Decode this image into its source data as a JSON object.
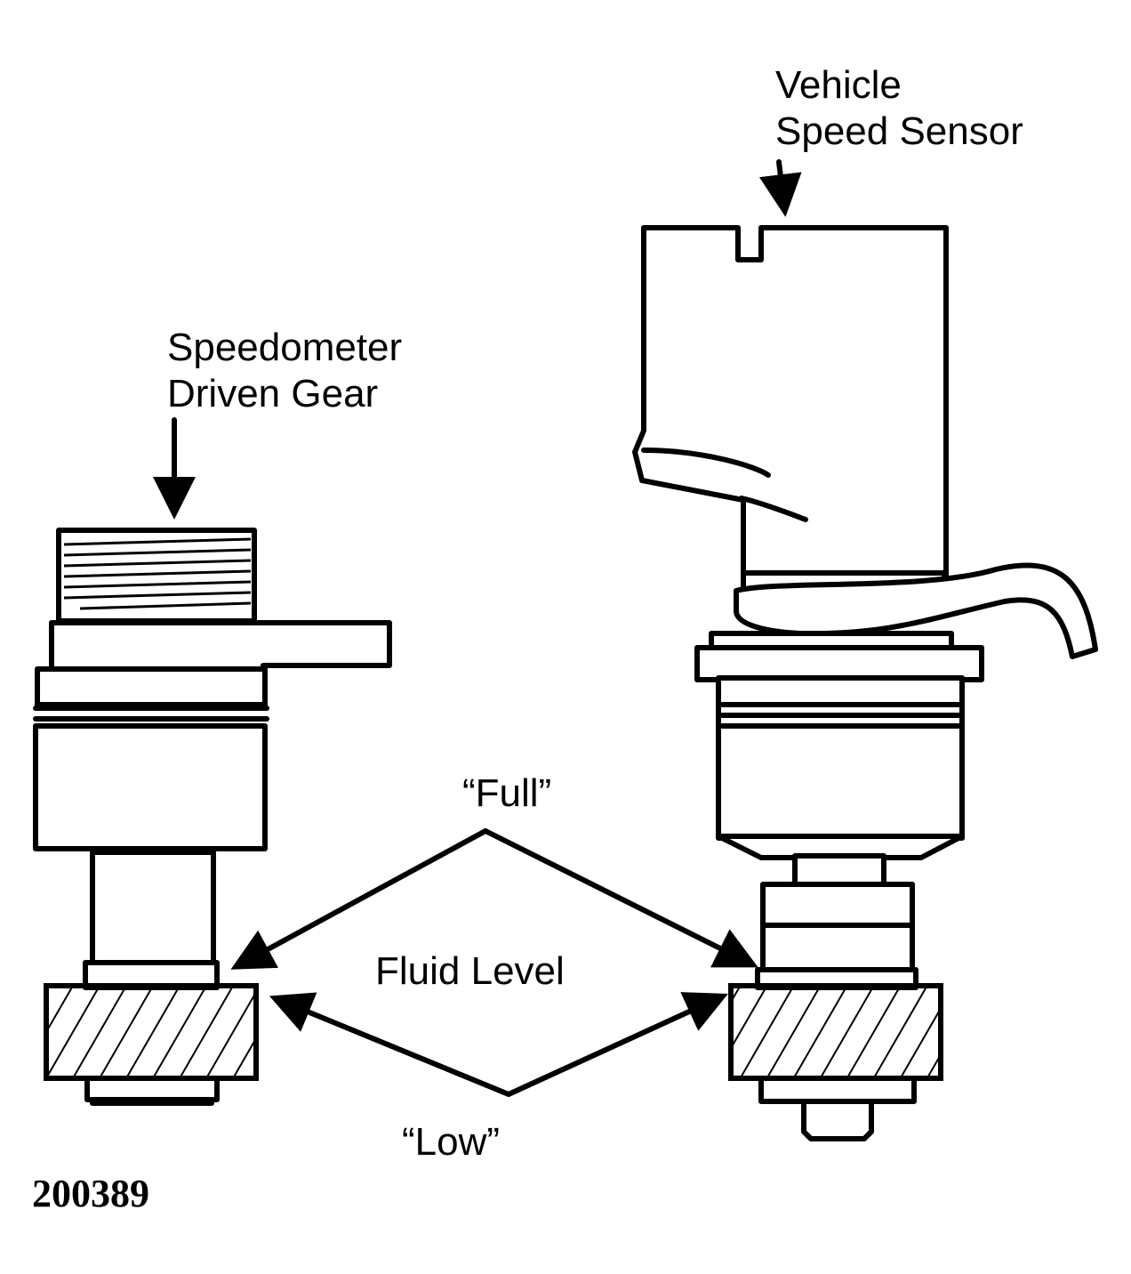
{
  "labels": {
    "vss_line1": "Vehicle",
    "vss_line2": "Speed Sensor",
    "gear_line1": "Speedometer",
    "gear_line2": "Driven Gear",
    "full": "“Full”",
    "fluid_level": "Fluid Level",
    "low": "“Low”",
    "figure_number": "200389"
  }
}
